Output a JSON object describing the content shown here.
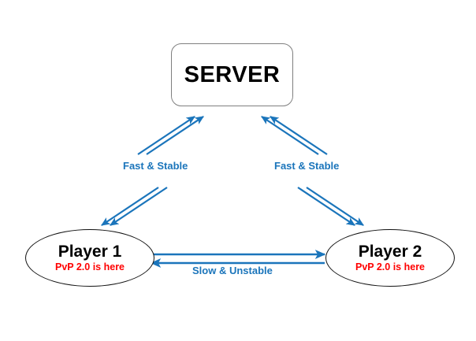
{
  "diagram": {
    "type": "network-topology",
    "background_color": "#ffffff",
    "accent_color": "#1b75bb",
    "alert_color": "#ff0000",
    "node_border_color": "#111111",
    "server_border_color": "#7f7f7f",
    "nodes": [
      {
        "id": "server",
        "shape": "rounded-rectangle",
        "label": "SERVER"
      },
      {
        "id": "player1",
        "shape": "ellipse",
        "title": "Player 1",
        "note": "PvP 2.0 is here"
      },
      {
        "id": "player2",
        "shape": "ellipse",
        "title": "Player 2",
        "note": "PvP 2.0 is here"
      }
    ],
    "edges": [
      {
        "id": "player1-server",
        "from": "player1",
        "to": "server",
        "label": "Fast & Stable",
        "direction": "bidirectional",
        "style": "double-line"
      },
      {
        "id": "player2-server",
        "from": "player2",
        "to": "server",
        "label": "Fast & Stable",
        "direction": "bidirectional",
        "style": "double-line"
      },
      {
        "id": "player1-player2",
        "from": "player1",
        "to": "player2",
        "label": "Slow & Unstable",
        "direction": "bidirectional",
        "style": "double-line"
      }
    ]
  }
}
